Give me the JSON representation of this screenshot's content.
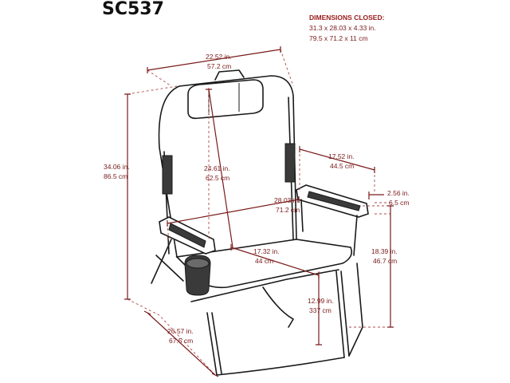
{
  "model": "SC537",
  "dimensions_closed": {
    "title": "DIMENSIONS CLOSED:",
    "inches": "31.3  x  28.03  x  4.33 in.",
    "cm": "79.5  x  71.2  x  11 cm"
  },
  "measurements": {
    "top_width": {
      "in": "22.52 in.",
      "cm": "57.2 cm"
    },
    "total_height": {
      "in": "34.06 in.",
      "cm": "86.5 cm"
    },
    "back_height": {
      "in": "24.61 in.",
      "cm": "62.5 cm"
    },
    "armrest_depth": {
      "in": "17.52 in.",
      "cm": "44.5 cm"
    },
    "arm_width": {
      "in": "2.56 in.",
      "cm": "6.5 cm"
    },
    "inner_width": {
      "in": "28.03 in.",
      "cm": "71.2 cm"
    },
    "seat_depth": {
      "in": "17.32 in.",
      "cm": "44 cm"
    },
    "arm_height": {
      "in": "18.39 in.",
      "cm": "46.7 cm"
    },
    "seat_height": {
      "in": "12.99 in.",
      "cm": "337 cm"
    },
    "base_depth": {
      "in": "26.57 in.",
      "cm": "67.5 cm"
    }
  }
}
